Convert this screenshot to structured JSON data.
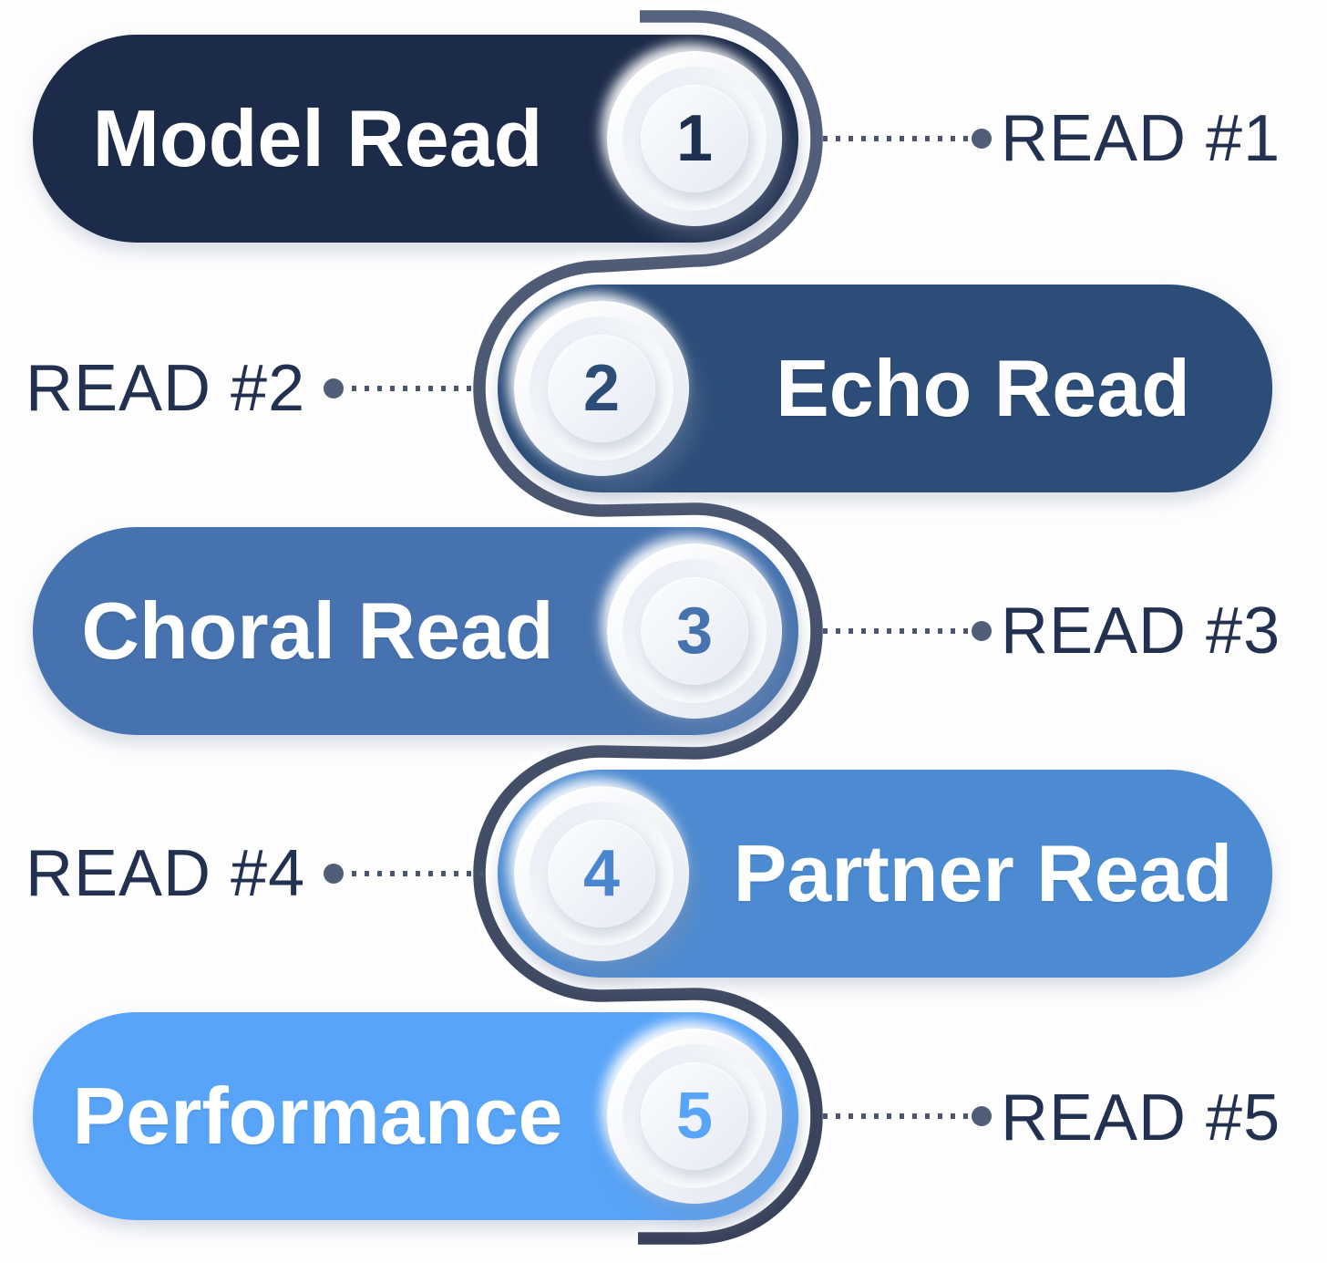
{
  "colors": {
    "background": "#fdfdfe",
    "path_top": "#56637e",
    "path_bottom": "#38425a",
    "connector_dots": "#4a5670",
    "connector_end_dot": "#515e77",
    "read_label_text": "#233150",
    "title_text": "#ffffff",
    "circle_face": "#f4f6fa"
  },
  "steps": [
    {
      "number": "1",
      "title": "Model Read",
      "read_label": "READ #1",
      "pill_color": "#1c2b49",
      "number_color": "#1e3050",
      "circle_side": "right",
      "label_side": "right"
    },
    {
      "number": "2",
      "title": "Echo Read",
      "read_label": "READ #2",
      "pill_color": "#2b4d78",
      "number_color": "#2b4d78",
      "circle_side": "left",
      "label_side": "left"
    },
    {
      "number": "3",
      "title": "Choral Read",
      "read_label": "READ #3",
      "pill_color": "#4673af",
      "number_color": "#4673af",
      "circle_side": "right",
      "label_side": "right"
    },
    {
      "number": "4",
      "title": "Partner Read",
      "read_label": "READ #4",
      "pill_color": "#4c8bd2",
      "number_color": "#4a86d0",
      "circle_side": "left",
      "label_side": "left"
    },
    {
      "number": "5",
      "title": "Performance",
      "read_label": "READ #5",
      "pill_color": "#58a4f8",
      "number_color": "#58a4f8",
      "circle_side": "right",
      "label_side": "right"
    }
  ]
}
